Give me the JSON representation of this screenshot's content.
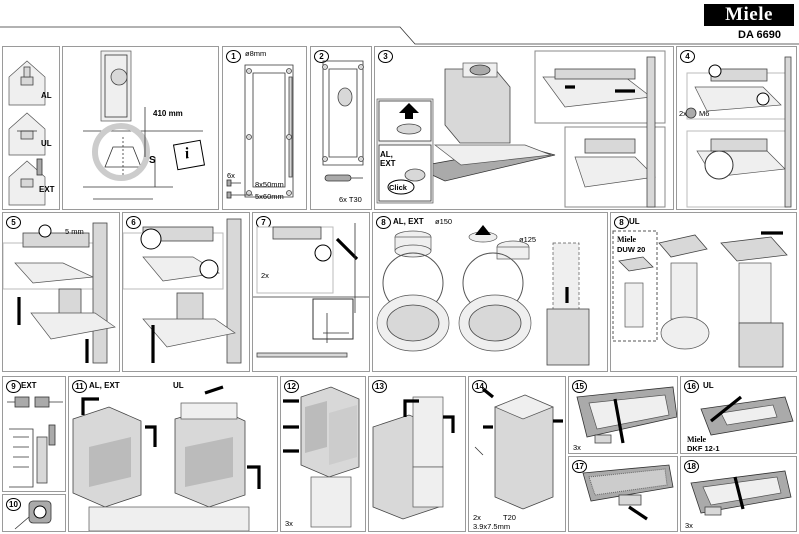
{
  "header": {
    "brand": "Miele",
    "model": "DA 6690"
  },
  "panels": {
    "p0": {
      "al": "AL",
      "ul": "UL",
      "ext": "EXT"
    },
    "p_dim": {
      "dim": "410 mm",
      "s": "S",
      "info": "i"
    },
    "p1": {
      "num": "1",
      "dia": "ø8mm",
      "qty": "6x",
      "screw1": "8x50mm",
      "screw2": "5x60mm"
    },
    "p2": {
      "num": "2",
      "t30": "6x T30"
    },
    "p3": {
      "num": "3",
      "al_ext": "AL,",
      "ext": "EXT",
      "click": "Click"
    },
    "p4": {
      "num": "4",
      "nut": "2x",
      "m6": "M6"
    },
    "p5": {
      "num": "5",
      "dist": "5 mm"
    },
    "p6": {
      "num": "6"
    },
    "p7": {
      "num": "7",
      "qty": "2x"
    },
    "p8a": {
      "num": "8",
      "title": "AL, EXT",
      "d150": "ø150",
      "d125": "ø125"
    },
    "p8b": {
      "num": "8",
      "title": "UL",
      "brand": "Miele",
      "part": "DUW 20"
    },
    "p9": {
      "num": "9",
      "title": "EXT"
    },
    "p10": {
      "num": "10"
    },
    "p11": {
      "num": "11",
      "title": "AL, EXT",
      "ul": "UL"
    },
    "p12": {
      "num": "12",
      "qty": "3x"
    },
    "p13": {
      "num": "13"
    },
    "p14": {
      "num": "14",
      "qty": "2x",
      "t20": "T20",
      "screw": "3.9x7.5mm"
    },
    "p15": {
      "num": "15",
      "qty": "3x"
    },
    "p16": {
      "num": "16",
      "title": "UL",
      "brand": "Miele",
      "part": "DKF 12-1"
    },
    "p17": {
      "num": "17"
    },
    "p18": {
      "num": "18",
      "qty": "3x"
    }
  },
  "icons": [
    "wall-house-icon",
    "ceiling-house-icon",
    "chimney-house-icon",
    "info-sheet-icon",
    "screwdriver-icon",
    "electrical-plug-icon"
  ]
}
